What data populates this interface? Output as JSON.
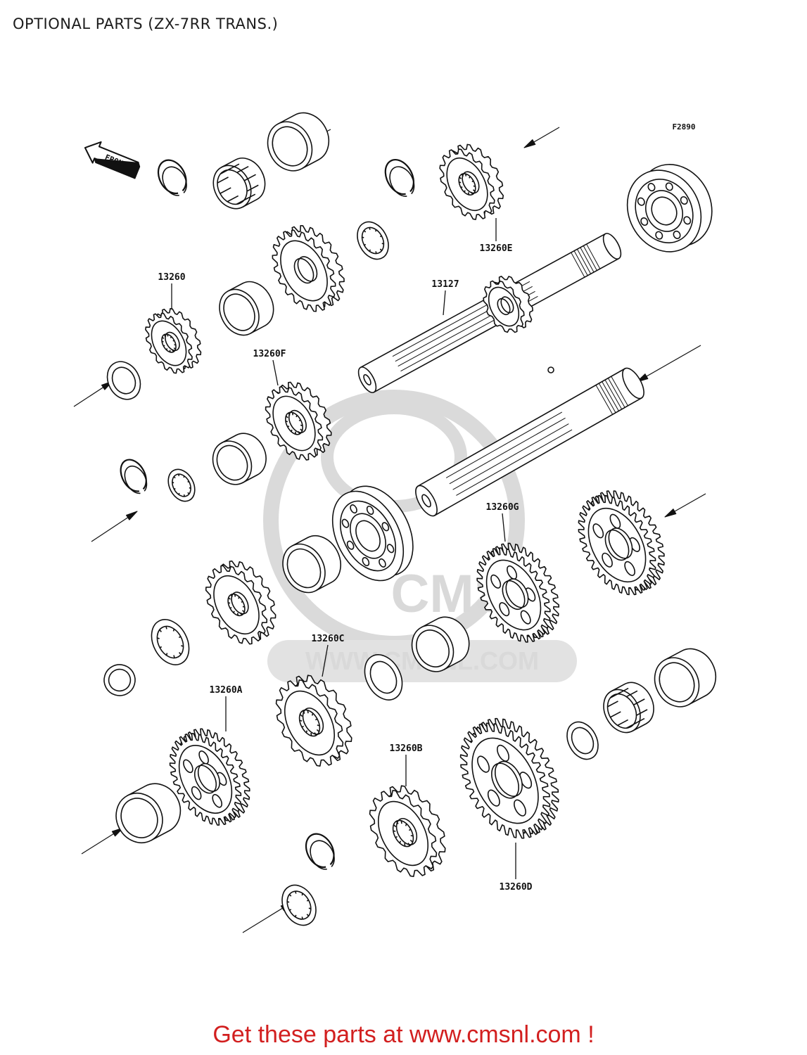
{
  "title": "OPTIONAL PARTS (ZX-7RR TRANS.)",
  "figure_code": "F2890",
  "front_label": "FRONT",
  "watermark": {
    "logo": "CMS",
    "url": "WWW.CMSNL.COM"
  },
  "callouts": {
    "c13260": "13260",
    "c13260A": "13260A",
    "c13260B": "13260B",
    "c13260C": "13260C",
    "c13260D": "13260D",
    "c13260E": "13260E",
    "c13260F": "13260F",
    "c13260G": "13260G",
    "c13127": "13127"
  },
  "footer": "Get these parts at www.cmsnl.com !",
  "colors": {
    "line": "#111111",
    "footer": "#d21f1f",
    "watermark": "#d9d9d9"
  }
}
